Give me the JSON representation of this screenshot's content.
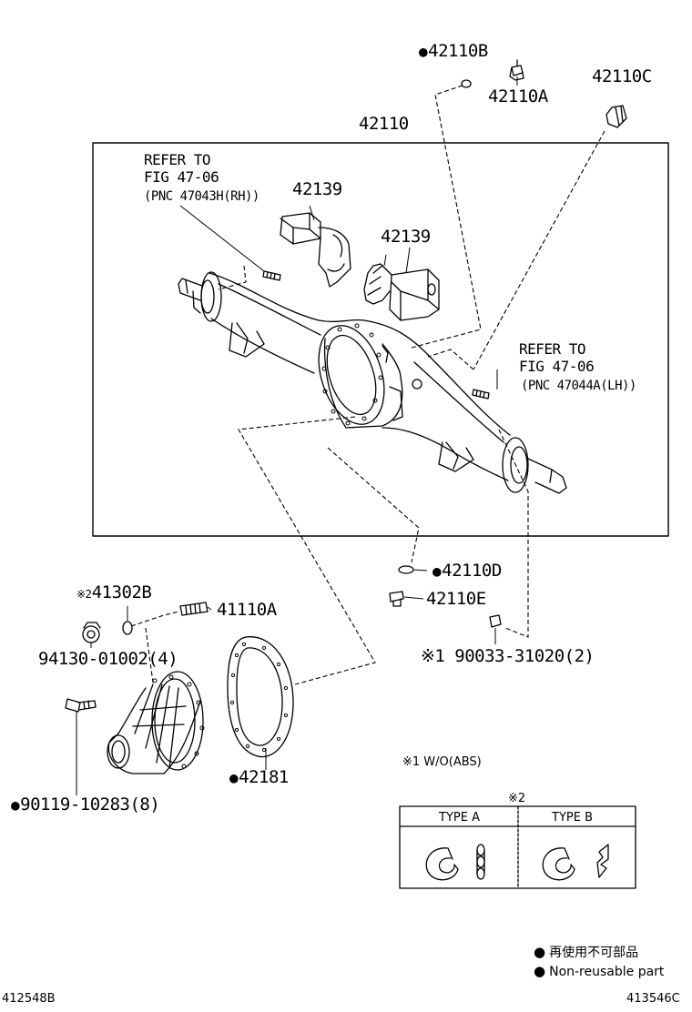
{
  "labels": {
    "p42110B": "42110B",
    "p42110A": "42110A",
    "p42110C": "42110C",
    "p42110": "42110",
    "refer_rh_1": "REFER TO",
    "refer_rh_2": "FIG 47-06",
    "refer_rh_3": "(PNC 47043H(RH))",
    "p42139_a": "42139",
    "p42139_b": "42139",
    "refer_lh_1": "REFER TO",
    "refer_lh_2": "FIG 47-06",
    "refer_lh_3": "(PNC 47044A(LH))",
    "p42110D": "42110D",
    "p42110E": "42110E",
    "mark2_a": "※2",
    "p41302B": "41302B",
    "p41110A": "41110A",
    "p94130": "94130-01002(4)",
    "p190033": "※1 90033-31020(2)",
    "p42181": "42181",
    "p90119": "90119-10283(8)",
    "note_abs": "※1 W/O(ABS)",
    "mark2_b": "※2"
  },
  "table": {
    "type_a": "TYPE A",
    "type_b": "TYPE B"
  },
  "legend": {
    "jp": "再使用不可部品",
    "en": "Non-reusable part"
  },
  "footer": {
    "left": "412548B",
    "right": "413546C"
  }
}
